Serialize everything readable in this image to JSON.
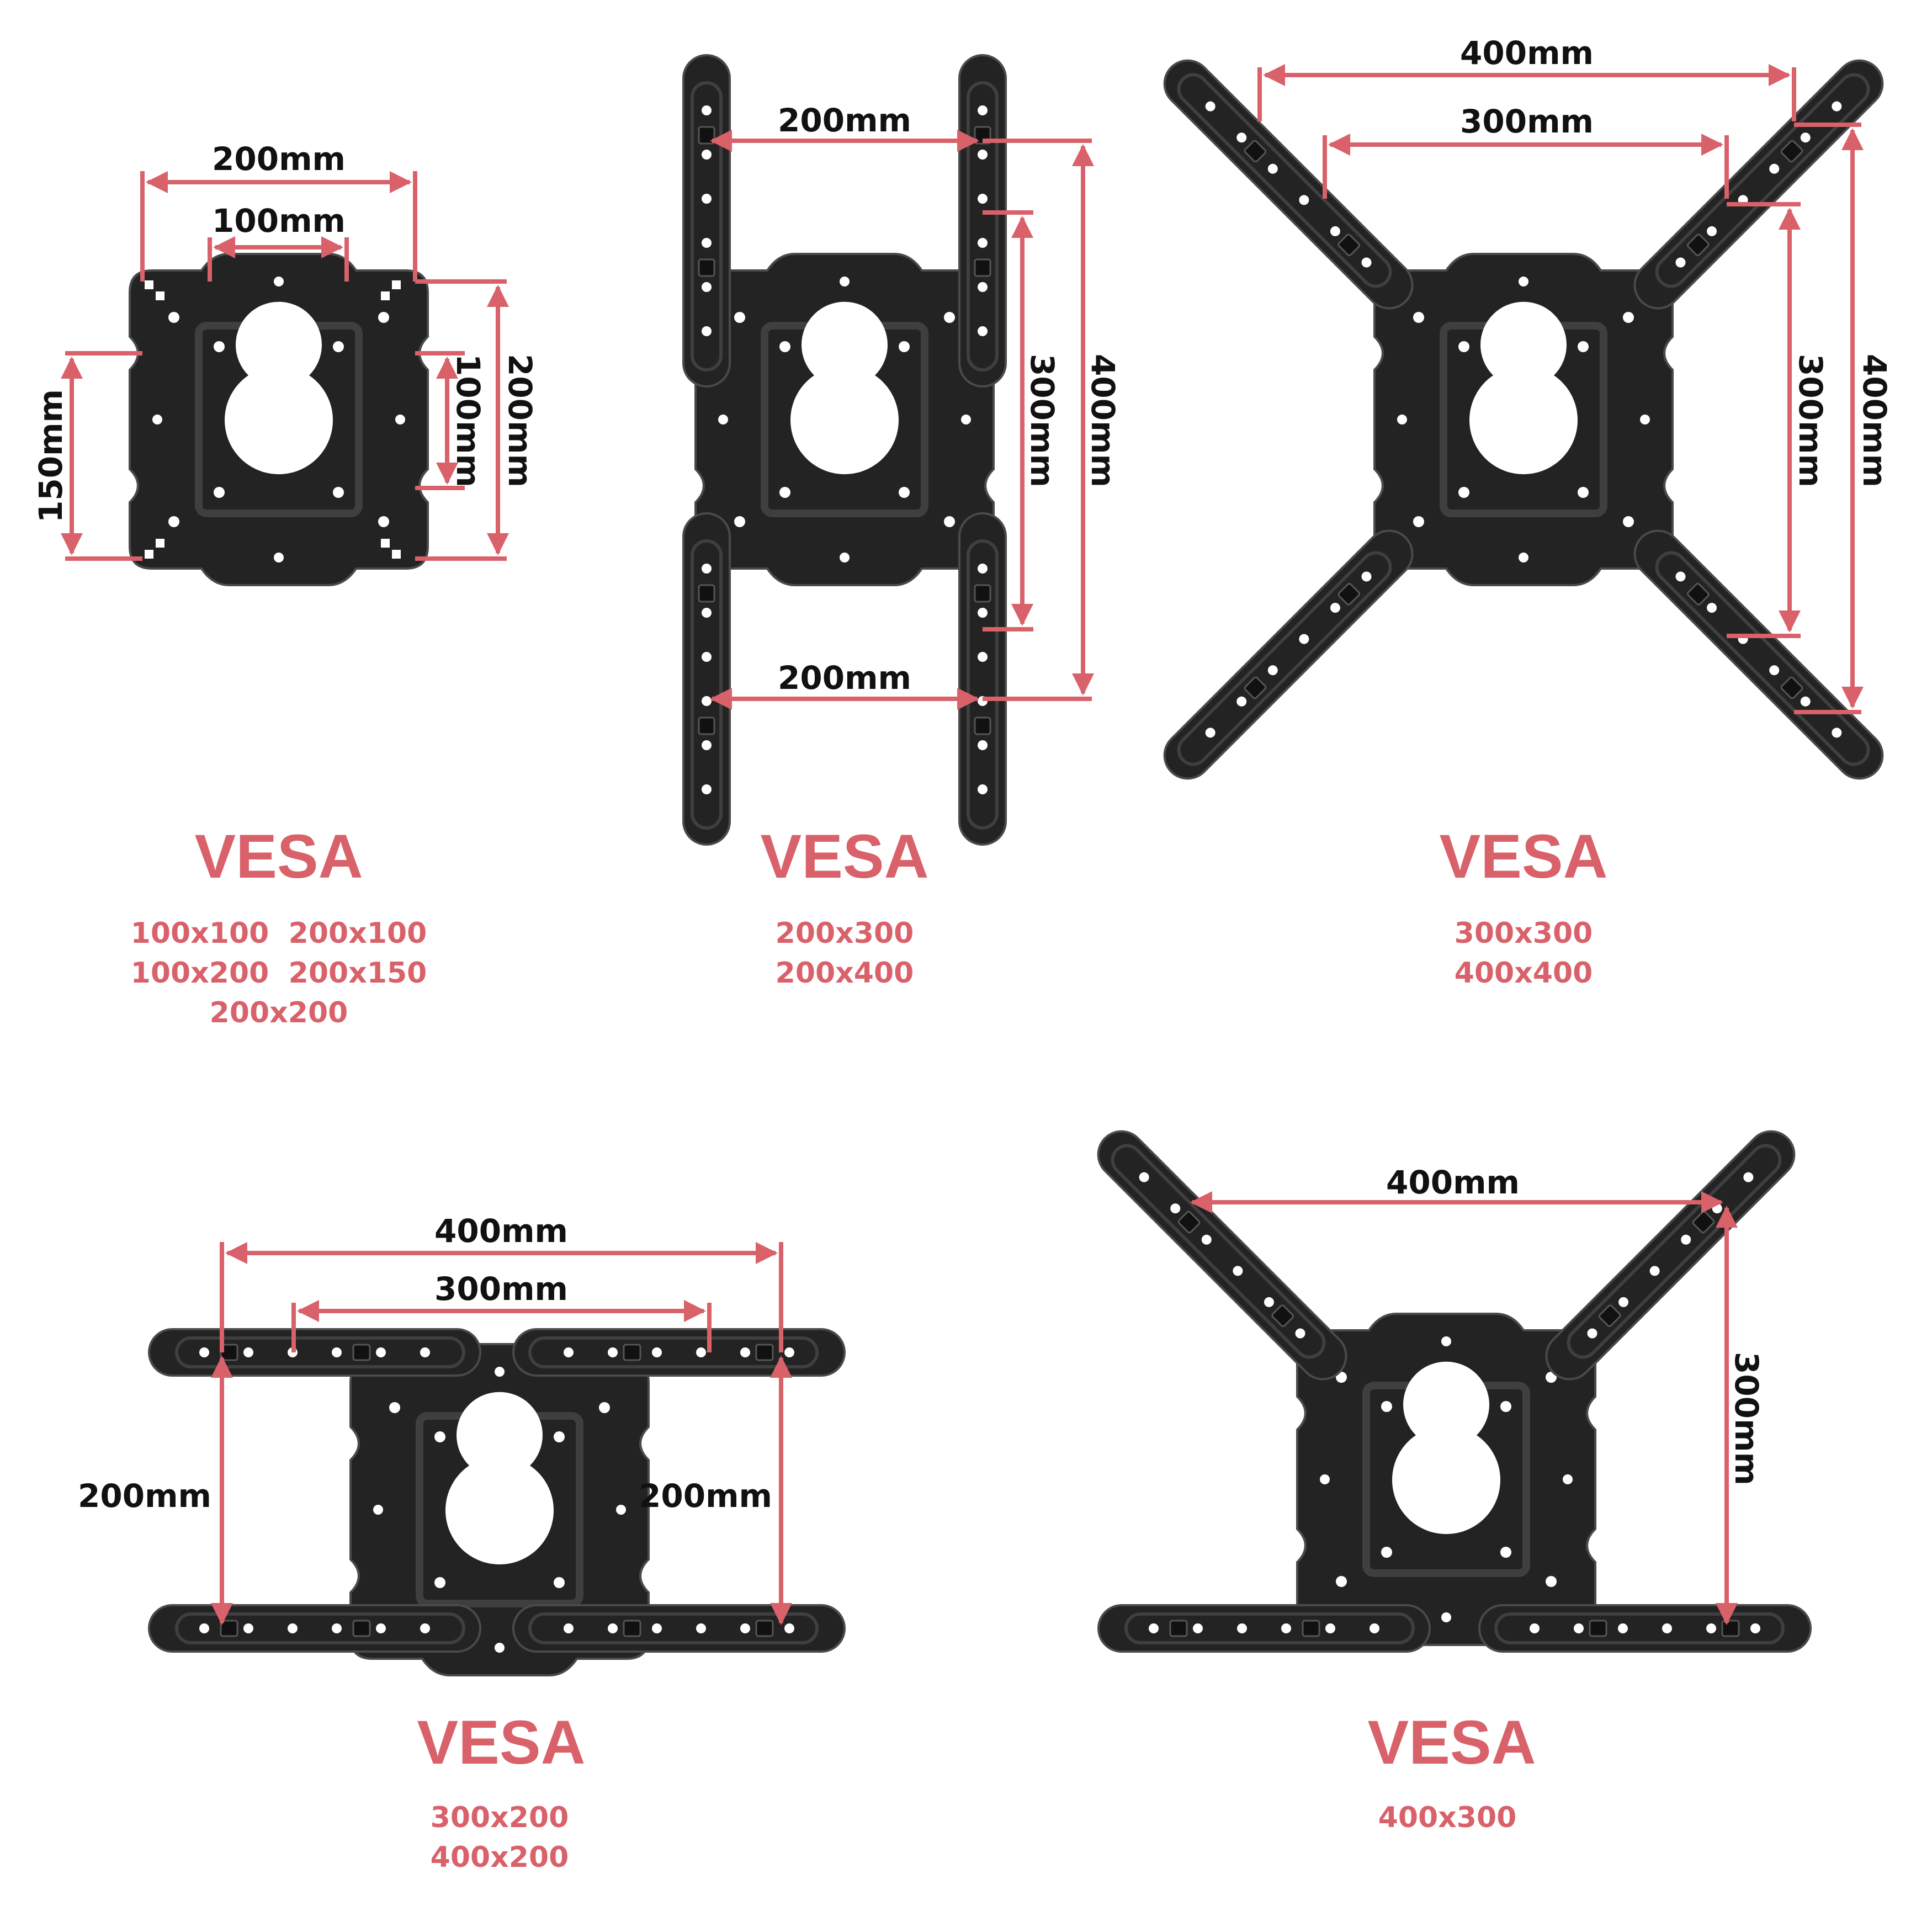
{
  "colors": {
    "accent": "#d9616a",
    "plate": "#232323",
    "plate_edge": "#4a4a4a",
    "hole": "#ffffff",
    "text": "#111111"
  },
  "panels": [
    {
      "id": "panel-1",
      "title": "VESA",
      "sizes": [
        "100x100",
        "200x100",
        "100x200",
        "200x150",
        "200x200"
      ],
      "dims": {
        "top_outer": "200mm",
        "top_inner": "100mm",
        "left": "150mm",
        "right_inner": "100mm",
        "right_outer": "200mm"
      }
    },
    {
      "id": "panel-2",
      "title": "VESA",
      "sizes": [
        "200x300",
        "200x400"
      ],
      "dims": {
        "top": "200mm",
        "bottom": "200mm",
        "right_inner": "300mm",
        "right_outer": "400mm"
      }
    },
    {
      "id": "panel-3",
      "title": "VESA",
      "sizes": [
        "300x300",
        "400x400"
      ],
      "dims": {
        "top_outer": "400mm",
        "top_inner": "300mm",
        "right_inner": "300mm",
        "right_outer": "400mm"
      }
    },
    {
      "id": "panel-4",
      "title": "VESA",
      "sizes": [
        "300x200",
        "400x200"
      ],
      "dims": {
        "top_outer": "400mm",
        "top_inner": "300mm",
        "left": "200mm",
        "middle": "200mm"
      }
    },
    {
      "id": "panel-5",
      "title": "VESA",
      "sizes": [
        "400x300"
      ],
      "dims": {
        "top": "400mm",
        "right": "300mm"
      }
    }
  ]
}
